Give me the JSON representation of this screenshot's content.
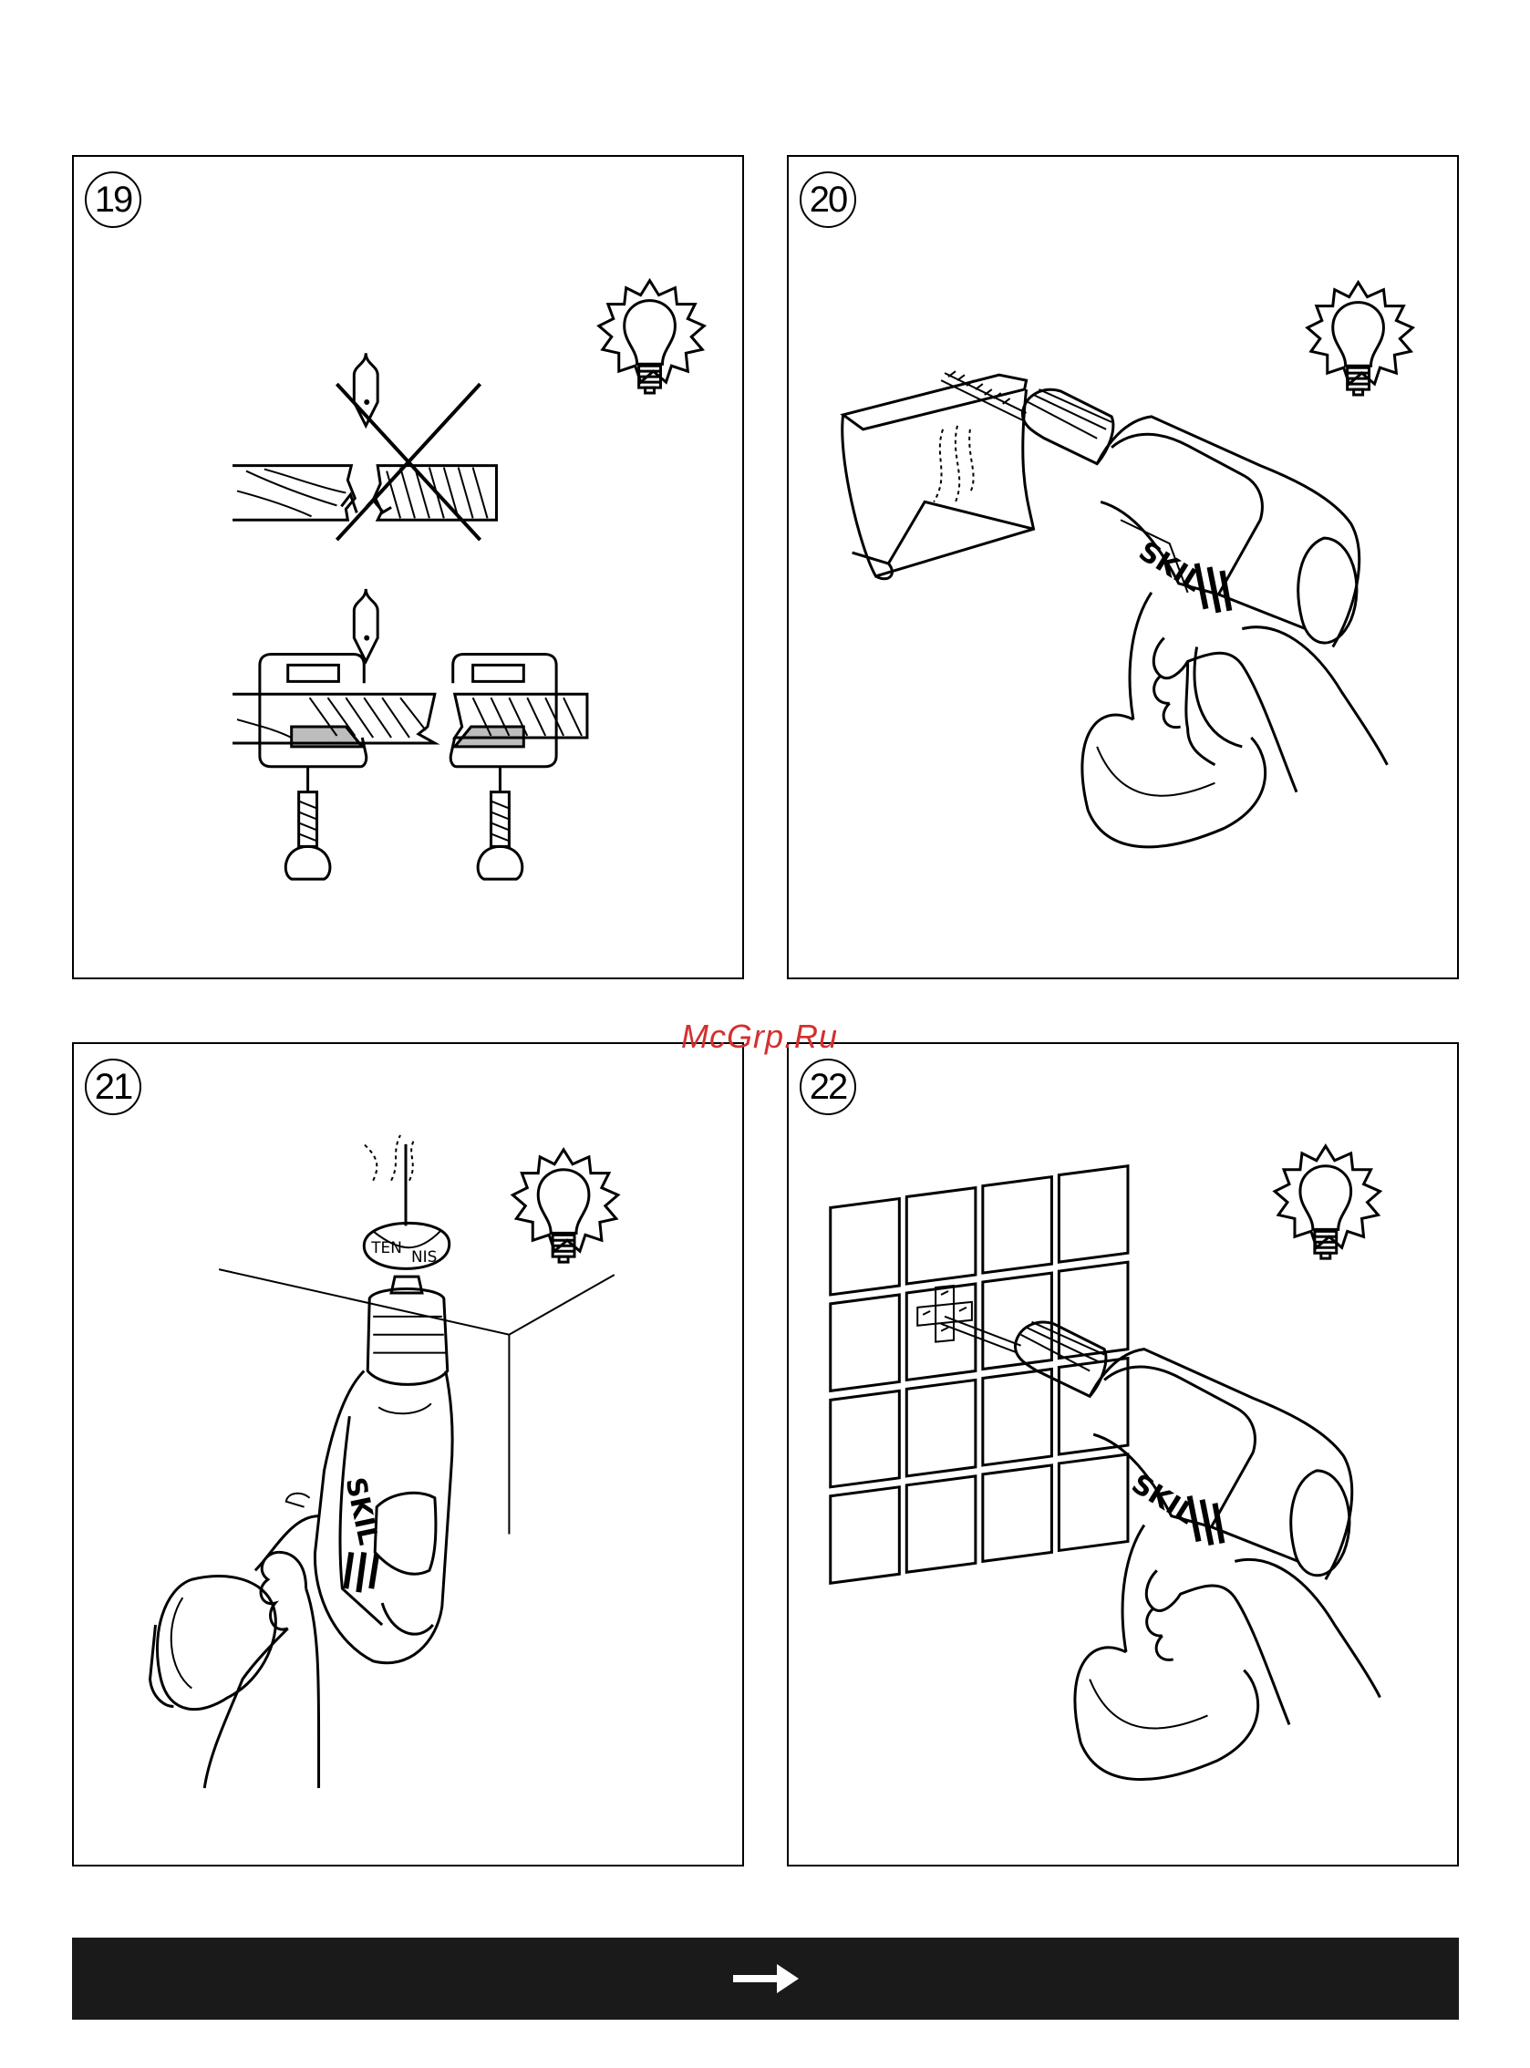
{
  "panels": [
    {
      "number": "19"
    },
    {
      "number": "20"
    },
    {
      "number": "21",
      "ball_text_1": "TEN",
      "ball_text_2": "NIS"
    },
    {
      "number": "22"
    }
  ],
  "drill_brand": "SKIL",
  "watermark": "McGrp.Ru",
  "icons": {
    "tip": "lightbulb-icon",
    "next": "arrow-right-icon"
  },
  "colors": {
    "line": "#000000",
    "bar": "#1a1a1a",
    "watermark": "#d32f2f"
  }
}
